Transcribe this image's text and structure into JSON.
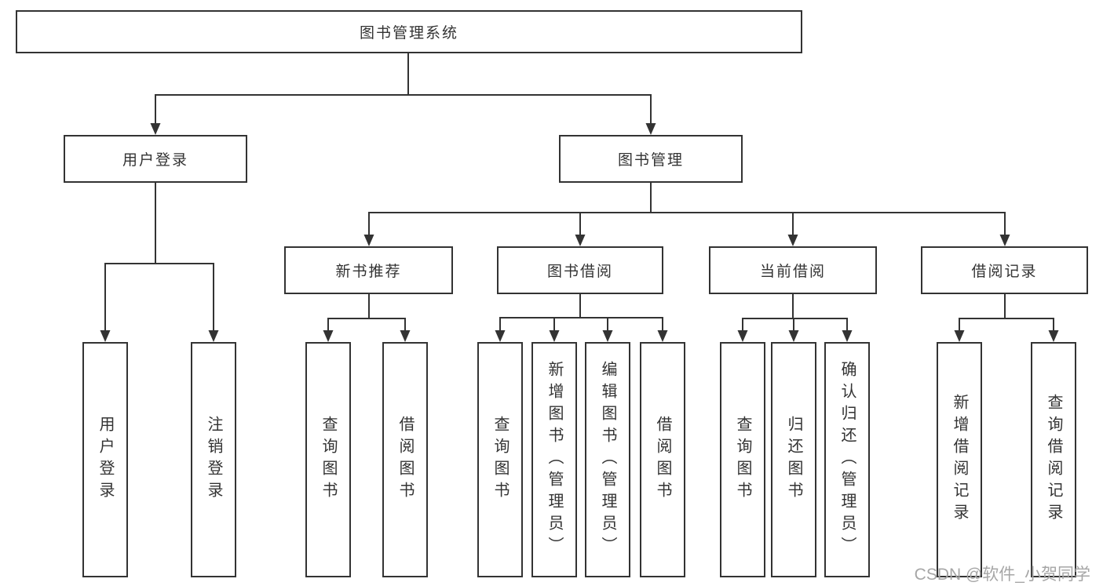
{
  "tree": {
    "root": "图书管理系统",
    "children": [
      {
        "label": "用户登录",
        "leaves": [
          "用户登录",
          "注销登录"
        ]
      },
      {
        "label": "图书管理",
        "children": [
          {
            "label": "新书推荐",
            "leaves": [
              "查询图书",
              "借阅图书"
            ]
          },
          {
            "label": "图书借阅",
            "leaves": [
              "查询图书",
              "新增图书（管理员）",
              "编辑图书（管理员）",
              "借阅图书"
            ]
          },
          {
            "label": "当前借阅",
            "leaves": [
              "查询图书",
              "归还图书",
              "确认归还（管理员）"
            ]
          },
          {
            "label": "借阅记录",
            "leaves": [
              "新增借阅记录",
              "查询借阅记录"
            ]
          }
        ]
      }
    ]
  },
  "watermark": {
    "text": "CSDN @软件_小贺同学"
  },
  "colors": {
    "line": "#333333",
    "box_border": "#333333",
    "text": "#333333",
    "background": "#ffffff",
    "watermark": "#a6a6a6"
  }
}
